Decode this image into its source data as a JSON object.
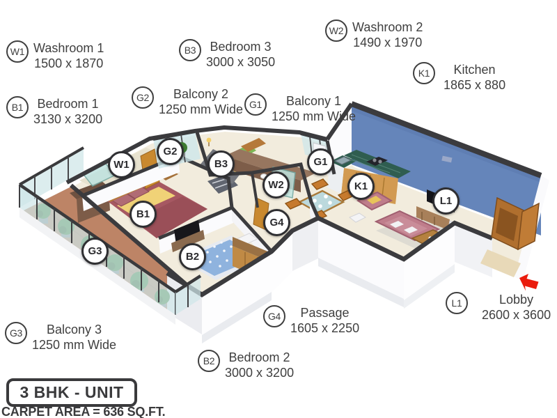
{
  "unit": {
    "type_label": "3 BHK - UNIT",
    "carpet_area_label": "CARPET AREA = 636 SQ.FT."
  },
  "rooms": [
    {
      "code": "W1",
      "name": "Washroom 1",
      "dims": "1500 x 1870"
    },
    {
      "code": "B1",
      "name": "Bedroom 1",
      "dims": "3130 x 3200"
    },
    {
      "code": "G2",
      "name": "Balcony 2",
      "dims": "1250 mm Wide"
    },
    {
      "code": "B3",
      "name": "Bedroom 3",
      "dims": "3000 x 3050"
    },
    {
      "code": "G1",
      "name": "Balcony 1",
      "dims": "1250 mm Wide"
    },
    {
      "code": "W2",
      "name": "Washroom 2",
      "dims": "1490 x 1970"
    },
    {
      "code": "K1",
      "name": "Kitchen",
      "dims": "1865 x 880"
    },
    {
      "code": "G3",
      "name": "Balcony 3",
      "dims": "1250 mm Wide"
    },
    {
      "code": "G4",
      "name": "Passage",
      "dims": "1605 x 2250"
    },
    {
      "code": "B2",
      "name": "Bedroom 2",
      "dims": "3000 x 3200"
    },
    {
      "code": "L1",
      "name": "Lobby",
      "dims": "2600 x 3600"
    }
  ],
  "colors": {
    "accent_wall": "#6585ba",
    "wall_cap": "#3b3b3e",
    "label_text": "#3f3f3f",
    "entry_arrow": "#ea1c0d",
    "kitchen_counter": "#2f5d50",
    "balcony_floor": "#bd8466"
  }
}
